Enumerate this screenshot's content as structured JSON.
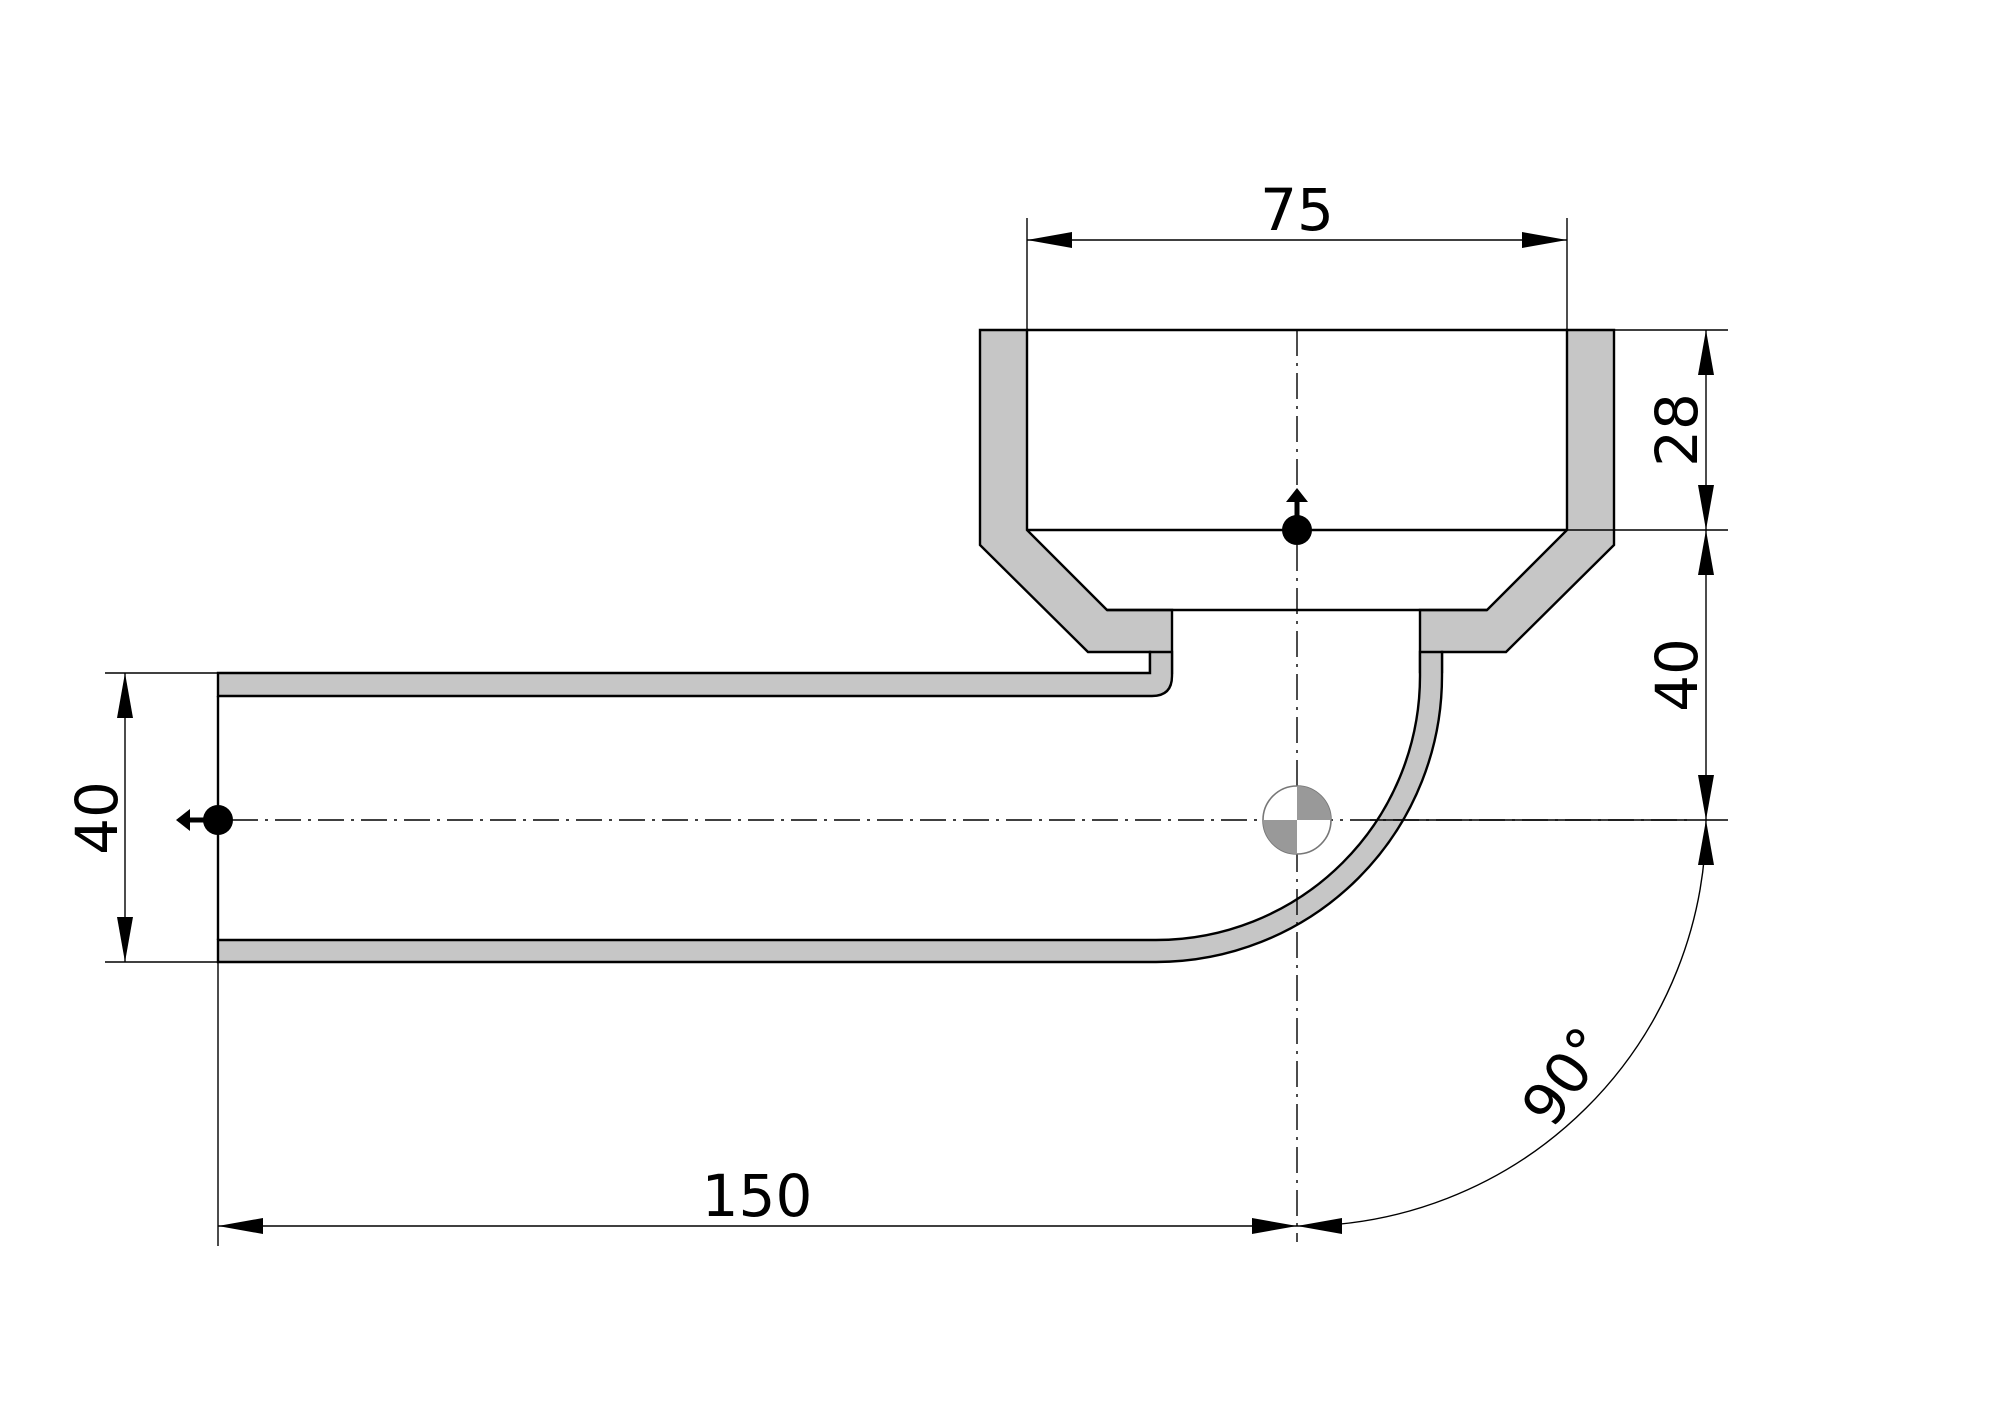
{
  "dimensions": {
    "top_width": "75",
    "socket_depth": "28",
    "right_offset": "40",
    "left_height": "40",
    "bottom_length": "150",
    "angle": "90°"
  }
}
